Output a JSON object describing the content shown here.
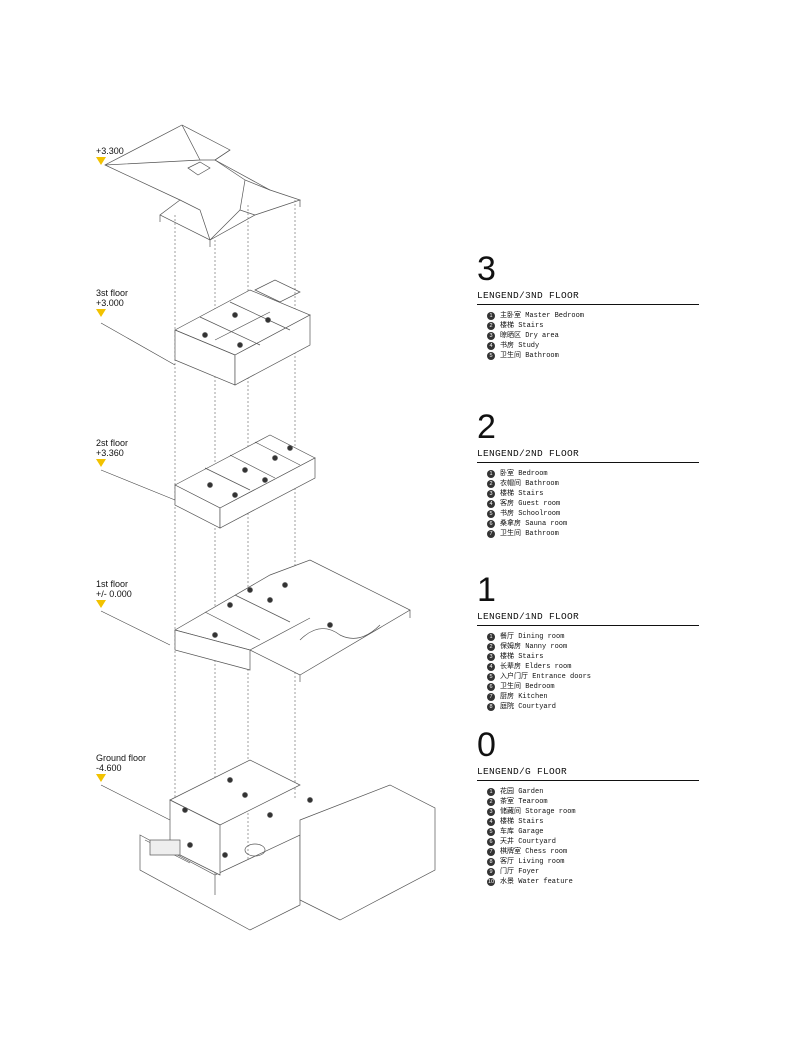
{
  "levels": [
    {
      "name": "",
      "value": "+3.300"
    },
    {
      "name": "3st floor",
      "value": "+3.000"
    },
    {
      "name": "2st floor",
      "value": "+3.360"
    },
    {
      "name": "1st floor",
      "value": "+/- 0.000"
    },
    {
      "name": "Ground floor",
      "value": "-4.600"
    }
  ],
  "legends": [
    {
      "number": "3",
      "title": "LENGEND/3ND FLOOR",
      "items": [
        {
          "n": "1",
          "text": "主卧室 Master Bedroom"
        },
        {
          "n": "2",
          "text": "楼梯 Stairs"
        },
        {
          "n": "3",
          "text": "晾晒区 Dry area"
        },
        {
          "n": "4",
          "text": "书房 Study"
        },
        {
          "n": "5",
          "text": "卫生间 Bathroom"
        }
      ]
    },
    {
      "number": "2",
      "title": "LENGEND/2ND FLOOR",
      "items": [
        {
          "n": "1",
          "text": "卧室 Bedroom"
        },
        {
          "n": "2",
          "text": "衣帽间 Bathroom"
        },
        {
          "n": "3",
          "text": "楼梯 Stairs"
        },
        {
          "n": "4",
          "text": "客房 Guest room"
        },
        {
          "n": "5",
          "text": "书房 Schoolroom"
        },
        {
          "n": "6",
          "text": "桑拿房 Sauna room"
        },
        {
          "n": "7",
          "text": "卫生间 Bathroom"
        }
      ]
    },
    {
      "number": "1",
      "title": "LENGEND/1ND FLOOR",
      "items": [
        {
          "n": "1",
          "text": "餐厅 Dining room"
        },
        {
          "n": "2",
          "text": "保姆房 Nanny room"
        },
        {
          "n": "3",
          "text": "楼梯 Stairs"
        },
        {
          "n": "4",
          "text": "长辈房 Elders room"
        },
        {
          "n": "5",
          "text": "入户门厅 Entrance doors"
        },
        {
          "n": "6",
          "text": "卫生间 Bedroom"
        },
        {
          "n": "7",
          "text": "厨房 Kitchen"
        },
        {
          "n": "8",
          "text": "庭院 Courtyard"
        }
      ]
    },
    {
      "number": "0",
      "title": "LENGEND/G FLOOR",
      "items": [
        {
          "n": "1",
          "text": "花园 Garden"
        },
        {
          "n": "2",
          "text": "茶室 Tearoom"
        },
        {
          "n": "3",
          "text": "储藏间 Storage room"
        },
        {
          "n": "4",
          "text": "楼梯 Stairs"
        },
        {
          "n": "5",
          "text": "车库 Garage"
        },
        {
          "n": "6",
          "text": "天井 Courtyard"
        },
        {
          "n": "7",
          "text": "棋牌室 Chess room"
        },
        {
          "n": "8",
          "text": "客厅 Living room"
        },
        {
          "n": "9",
          "text": "门厅 Foyer"
        },
        {
          "n": "10",
          "text": "水景 Water feature"
        }
      ]
    }
  ],
  "colors": {
    "marker": "#f2c200",
    "line": "#333333"
  }
}
